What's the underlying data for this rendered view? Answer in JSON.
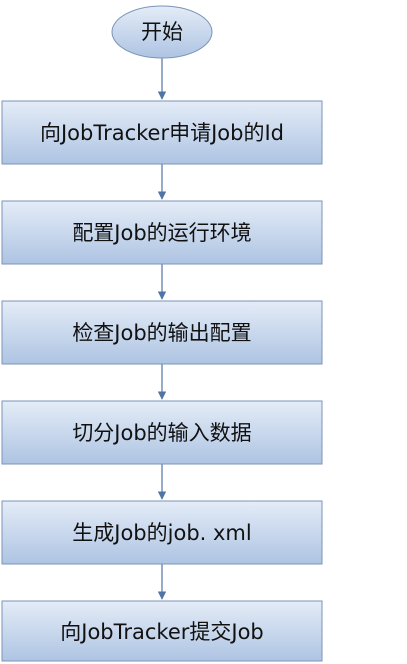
{
  "flowchart": {
    "start": {
      "label": "开始"
    },
    "steps": [
      {
        "label": "向JobTracker申请Job的Id"
      },
      {
        "label": "配置Job的运行环境"
      },
      {
        "label": "检查Job的输出配置"
      },
      {
        "label": "切分Job的输入数据"
      },
      {
        "label": "生成Job的job. xml"
      },
      {
        "label": "向JobTracker提交Job"
      }
    ]
  },
  "colors": {
    "node_fill_top": "#e4ecf7",
    "node_fill_bottom": "#aec4e3",
    "node_border": "#7a94b8",
    "connector": "#4f74a5"
  }
}
